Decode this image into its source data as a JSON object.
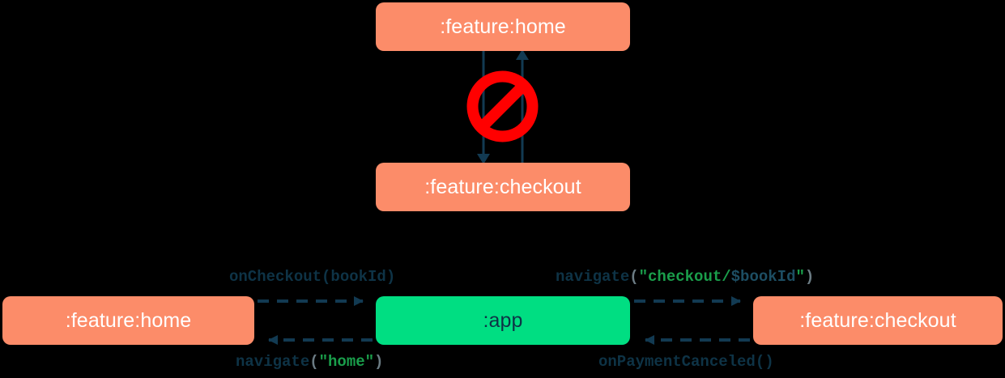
{
  "diagram": {
    "type": "module-dependency-diagram",
    "background_color": "#000000",
    "palette": {
      "feature_node": "#FC8C69",
      "app_node": "#00DE82",
      "node_text_light": "#FFFFFF",
      "node_text_dark": "#0E3346",
      "edge": "#123A52",
      "label_text": "#0E3346",
      "string_literal": "#1A9E4B",
      "punctuation": "#6B7B83",
      "variable": "#1D4E63",
      "forbidden": "#FF0000"
    },
    "top_cluster": {
      "nodes": [
        {
          "id": "home-top",
          "label": ":feature:home",
          "kind": "feature"
        },
        {
          "id": "checkout-top",
          "label": ":feature:checkout",
          "kind": "feature"
        }
      ],
      "edges": [
        {
          "from": "home-top",
          "to": "checkout-top",
          "style": "solid",
          "direction": "down"
        },
        {
          "from": "checkout-top",
          "to": "home-top",
          "style": "solid",
          "direction": "up"
        }
      ],
      "badge": {
        "name": "forbidden-icon",
        "meaning": "not allowed"
      }
    },
    "bottom_cluster": {
      "nodes": [
        {
          "id": "home-bottom",
          "label": ":feature:home",
          "kind": "feature"
        },
        {
          "id": "app",
          "label": ":app",
          "kind": "app"
        },
        {
          "id": "checkout-bottom",
          "label": ":feature:checkout",
          "kind": "feature"
        }
      ],
      "edges": [
        {
          "id": "oncheckout",
          "from": "home-bottom",
          "to": "app",
          "style": "dashed",
          "direction": "right",
          "position": "above"
        },
        {
          "id": "navigate-checkout",
          "from": "app",
          "to": "checkout-bottom",
          "style": "dashed",
          "direction": "right",
          "position": "above"
        },
        {
          "id": "navigate-home",
          "from": "app",
          "to": "home-bottom",
          "style": "dashed",
          "direction": "left",
          "position": "below"
        },
        {
          "id": "onpaymentcanceled",
          "from": "checkout-bottom",
          "to": "app",
          "style": "dashed",
          "direction": "left",
          "position": "below"
        }
      ]
    },
    "labels": {
      "oncheckout": {
        "full": "onCheckout(bookId)",
        "tokens": [
          {
            "text": "onCheckout(bookId)",
            "kind": "plain"
          }
        ]
      },
      "navigate_checkout": {
        "full": "navigate(\"checkout/$bookId\")",
        "tokens": [
          {
            "text": "navigate",
            "kind": "plain"
          },
          {
            "text": "(",
            "kind": "punct"
          },
          {
            "text": "\"checkout/",
            "kind": "string"
          },
          {
            "text": "$bookId",
            "kind": "var"
          },
          {
            "text": "\"",
            "kind": "string"
          },
          {
            "text": ")",
            "kind": "punct"
          }
        ]
      },
      "navigate_home": {
        "full": "navigate(\"home\")",
        "tokens": [
          {
            "text": "navigate",
            "kind": "plain"
          },
          {
            "text": "(",
            "kind": "punct"
          },
          {
            "text": "\"home\"",
            "kind": "string"
          },
          {
            "text": ")",
            "kind": "punct"
          }
        ]
      },
      "onpaymentcanceled": {
        "full": "onPaymentCanceled()",
        "tokens": [
          {
            "text": "onPaymentCanceled()",
            "kind": "plain"
          }
        ]
      }
    }
  }
}
